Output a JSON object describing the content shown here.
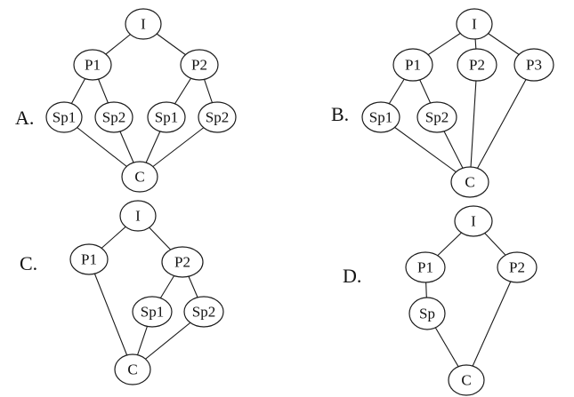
{
  "panels": [
    {
      "id": "a",
      "label": "A.",
      "nodes": [
        {
          "id": "I",
          "text": "I"
        },
        {
          "id": "P1",
          "text": "P1"
        },
        {
          "id": "P2",
          "text": "P2"
        },
        {
          "id": "Sp1a",
          "text": "Sp1"
        },
        {
          "id": "Sp2a",
          "text": "Sp2"
        },
        {
          "id": "Sp1b",
          "text": "Sp1"
        },
        {
          "id": "Sp2b",
          "text": "Sp2"
        },
        {
          "id": "C",
          "text": "C"
        }
      ],
      "edges": [
        [
          "I",
          "P1"
        ],
        [
          "I",
          "P2"
        ],
        [
          "P1",
          "Sp1a"
        ],
        [
          "P1",
          "Sp2a"
        ],
        [
          "P2",
          "Sp1b"
        ],
        [
          "P2",
          "Sp2b"
        ],
        [
          "Sp1a",
          "C"
        ],
        [
          "Sp2a",
          "C"
        ],
        [
          "Sp1b",
          "C"
        ],
        [
          "Sp2b",
          "C"
        ]
      ]
    },
    {
      "id": "b",
      "label": "B.",
      "nodes": [
        {
          "id": "I",
          "text": "I"
        },
        {
          "id": "P1",
          "text": "P1"
        },
        {
          "id": "P2",
          "text": "P2"
        },
        {
          "id": "P3",
          "text": "P3"
        },
        {
          "id": "Sp1",
          "text": "Sp1"
        },
        {
          "id": "Sp2",
          "text": "Sp2"
        },
        {
          "id": "C",
          "text": "C"
        }
      ],
      "edges": [
        [
          "I",
          "P1"
        ],
        [
          "I",
          "P2"
        ],
        [
          "I",
          "P3"
        ],
        [
          "P1",
          "Sp1"
        ],
        [
          "P1",
          "Sp2"
        ],
        [
          "Sp1",
          "C"
        ],
        [
          "Sp2",
          "C"
        ],
        [
          "P2",
          "C"
        ],
        [
          "P3",
          "C"
        ]
      ]
    },
    {
      "id": "c",
      "label": "C.",
      "nodes": [
        {
          "id": "I",
          "text": "I"
        },
        {
          "id": "P1",
          "text": "P1"
        },
        {
          "id": "P2",
          "text": "P2"
        },
        {
          "id": "Sp1",
          "text": "Sp1"
        },
        {
          "id": "Sp2",
          "text": "Sp2"
        },
        {
          "id": "C",
          "text": "C"
        }
      ],
      "edges": [
        [
          "I",
          "P1"
        ],
        [
          "I",
          "P2"
        ],
        [
          "P2",
          "Sp1"
        ],
        [
          "P2",
          "Sp2"
        ],
        [
          "P1",
          "C"
        ],
        [
          "Sp1",
          "C"
        ],
        [
          "Sp2",
          "C"
        ]
      ]
    },
    {
      "id": "d",
      "label": "D.",
      "nodes": [
        {
          "id": "I",
          "text": "I"
        },
        {
          "id": "P1",
          "text": "P1"
        },
        {
          "id": "P2",
          "text": "P2"
        },
        {
          "id": "Sp",
          "text": "Sp"
        },
        {
          "id": "C",
          "text": "C"
        }
      ],
      "edges": [
        [
          "I",
          "P1"
        ],
        [
          "I",
          "P2"
        ],
        [
          "P1",
          "Sp"
        ],
        [
          "Sp",
          "C"
        ],
        [
          "P2",
          "C"
        ]
      ]
    }
  ]
}
